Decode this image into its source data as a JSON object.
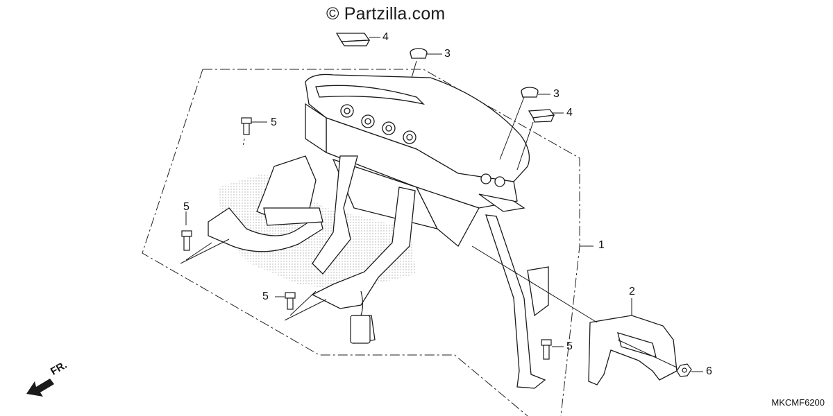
{
  "watermark": "© Partzilla.com",
  "diagram_code": "MKCMF6200",
  "direction_label": "FR.",
  "callouts": {
    "c1": "1",
    "c2": "2",
    "c3a": "3",
    "c3b": "3",
    "c4a": "4",
    "c4b": "4",
    "c5a": "5",
    "c5b": "5",
    "c5c": "5",
    "c5d": "5",
    "c6": "6"
  },
  "colors": {
    "line": "#1a1a1a",
    "background": "#ffffff",
    "shade": "#bdbdbd"
  }
}
